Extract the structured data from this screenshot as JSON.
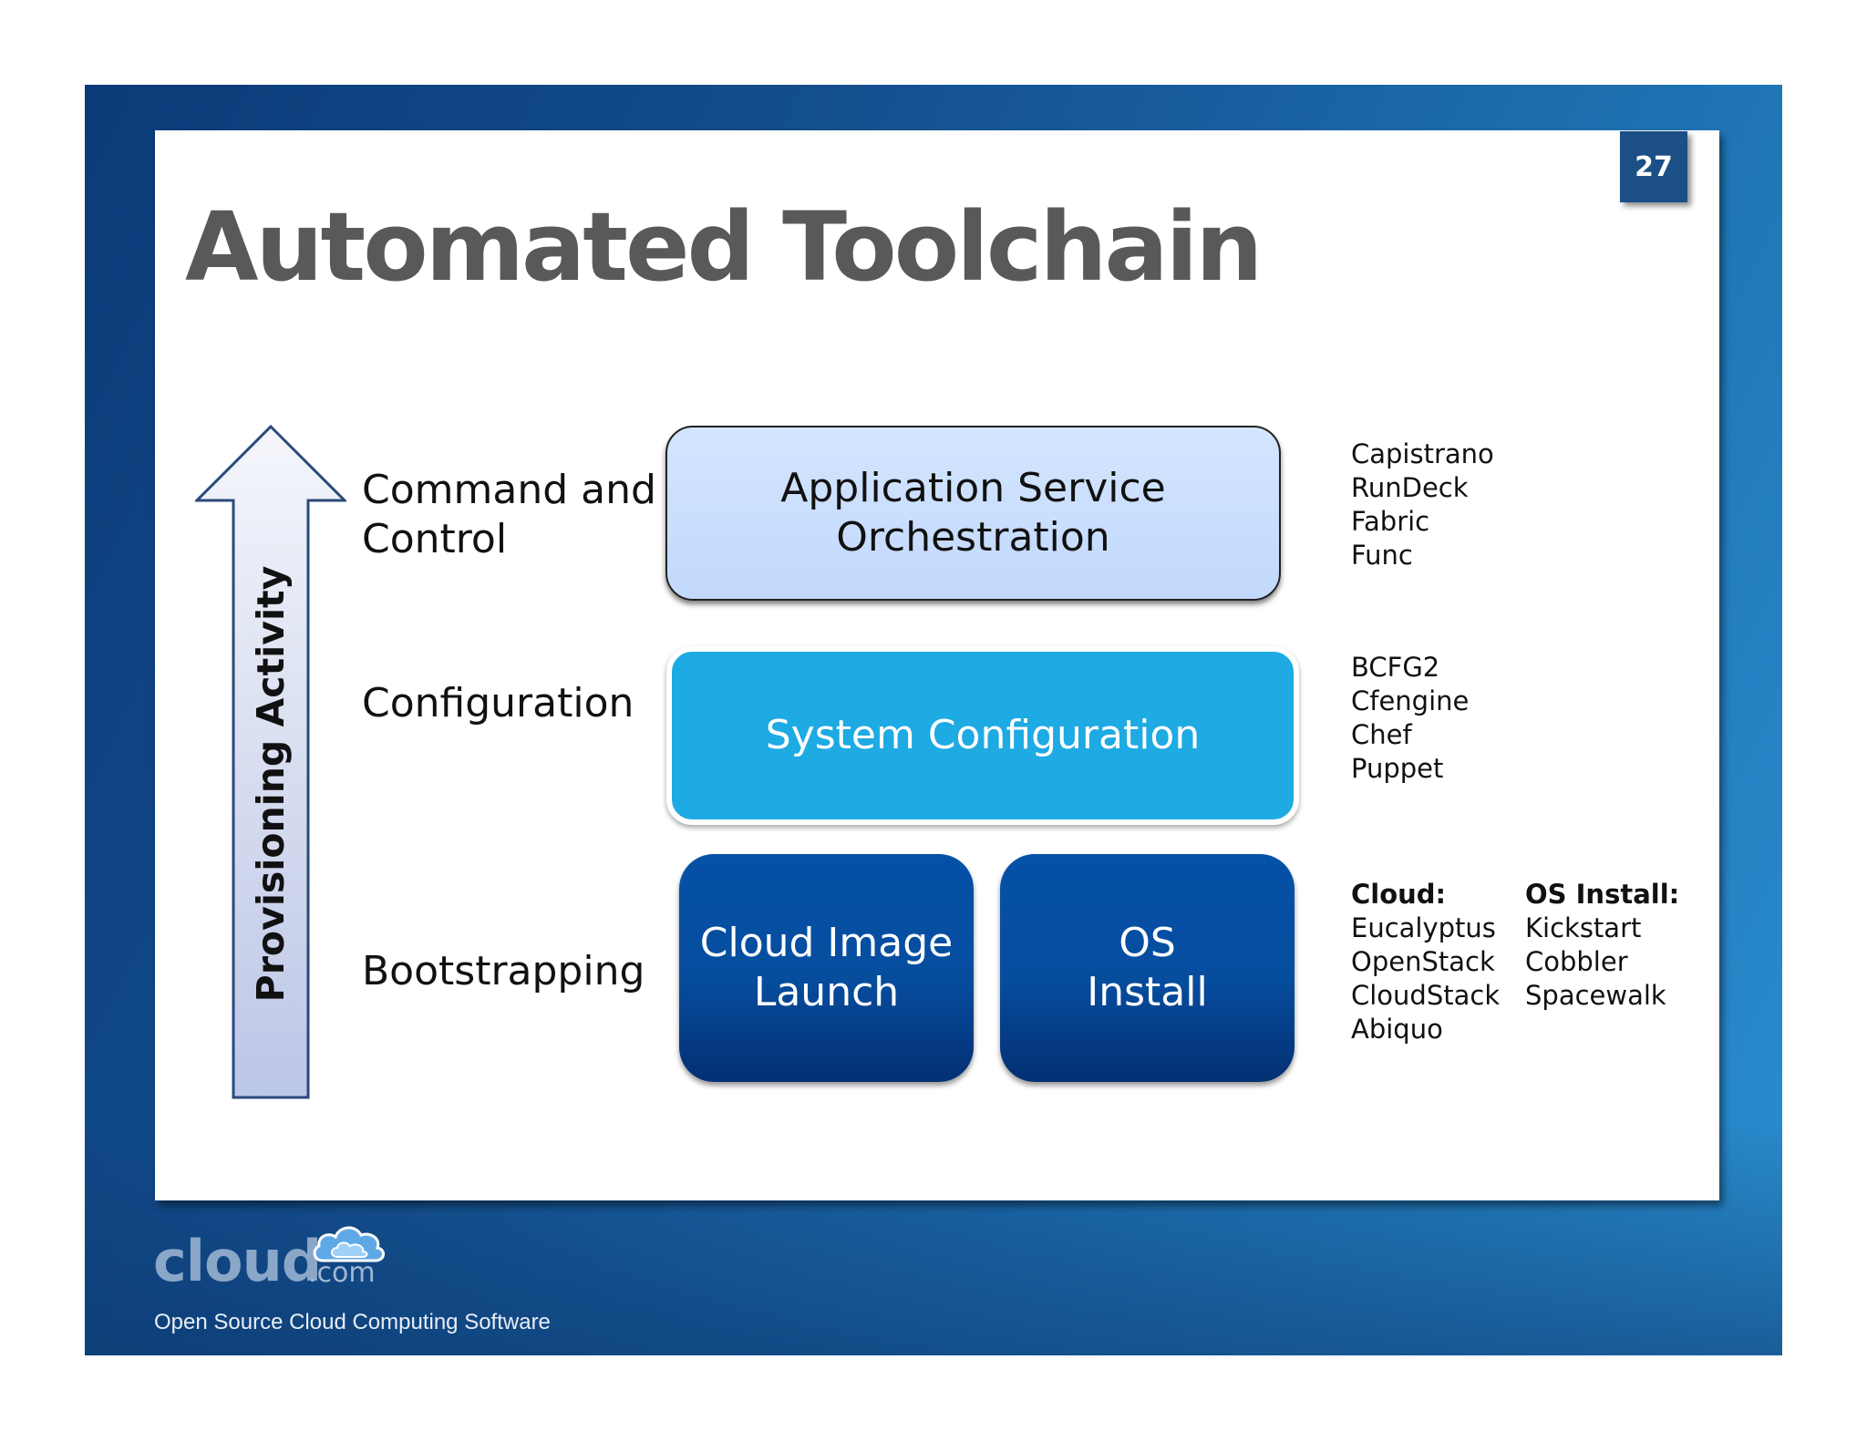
{
  "slide": {
    "title": "Automated Toolchain",
    "page_number": "27"
  },
  "diagram": {
    "axis_label": "Provisioning Activity",
    "layers": [
      {
        "label": "Command and\nControl"
      },
      {
        "label": "Configuration"
      },
      {
        "label": "Bootstrapping"
      }
    ],
    "boxes": {
      "app_orchestration": "Application Service\nOrchestration",
      "system_configuration": "System Configuration",
      "cloud_image_launch": "Cloud Image\nLaunch",
      "os_install": "OS\nInstall"
    },
    "tools": {
      "command_control": [
        "Capistrano",
        "RunDeck",
        "Fabric",
        "Func"
      ],
      "configuration": [
        "BCFG2",
        "Cfengine",
        "Chef",
        "Puppet"
      ],
      "cloud": {
        "heading": "Cloud:",
        "items": [
          "Eucalyptus",
          "OpenStack",
          "CloudStack",
          "Abiquo"
        ]
      },
      "os_install": {
        "heading": "OS Install:",
        "items": [
          "Kickstart",
          "Cobbler",
          "Spacewalk"
        ]
      }
    }
  },
  "footer": {
    "logo_word": "cloud",
    "logo_suffix": ".com",
    "tagline": "Open Source Cloud Computing Software"
  },
  "colors": {
    "frame_blue": "#14508f",
    "title_gray": "#58595b",
    "app_box": "#c2d9fd",
    "system_box": "#1eaae2",
    "bootstrap_box": "#064d9e",
    "arrow_fill": "#c6cde8"
  }
}
